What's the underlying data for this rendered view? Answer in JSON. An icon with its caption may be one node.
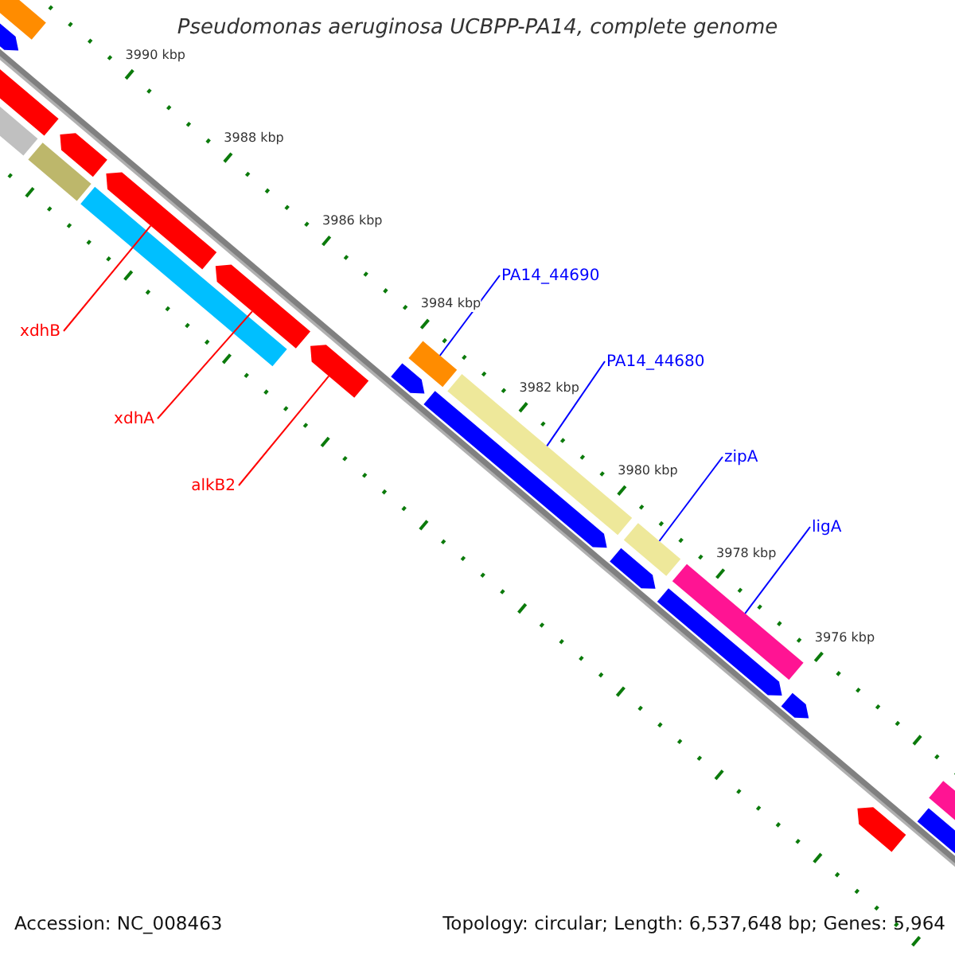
{
  "diagram": {
    "title": "Pseudomonas aeruginosa UCBPP-PA14, complete genome",
    "nodes": [
      {
        "text": [
          "xdhB"
        ]
      },
      {
        "text": [
          "xdhA"
        ]
      },
      {
        "text": [
          "alkB2"
        ]
      },
      {
        "text": [
          "PA14_44690"
        ]
      },
      {
        "text": [
          "PA14_44680"
        ]
      },
      {
        "text": [
          "zipA"
        ]
      },
      {
        "text": [
          "ligA"
        ]
      },
      {
        "text": [],
        "shape": "bar"
      },
      {
        "text": [],
        "shape": "arrow"
      },
      {
        "text": [],
        "shape": "bar"
      },
      {
        "text": [],
        "shape": "arrow"
      },
      {
        "text": [],
        "shape": "bar"
      },
      {
        "text": [],
        "shape": "arrow"
      },
      {
        "text": [],
        "shape": "arrow"
      },
      {
        "text": [],
        "shape": "bar"
      },
      {
        "text": [],
        "shape": "arrow"
      },
      {
        "text": [],
        "shape": "arrow"
      },
      {
        "text": [],
        "shape": "arrow"
      },
      {
        "text": [],
        "shape": "bar"
      },
      {
        "text": [],
        "shape": "arrow"
      },
      {
        "text": [],
        "shape": "bar"
      },
      {
        "text": [],
        "shape": "bar"
      },
      {
        "text": [],
        "shape": "arrow"
      },
      {
        "text": [],
        "shape": "bar"
      },
      {
        "text": [],
        "shape": "arrow"
      },
      {
        "text": [],
        "shape": "arrow"
      },
      {
        "text": [],
        "shape": "arrow"
      },
      {
        "text": [],
        "shape": "bar"
      },
      {
        "text": [],
        "shape": "arrow"
      }
    ],
    "edges": [
      {
        "from": 0,
        "to": 13,
        "arrow": "none",
        "color": "#ff0000"
      },
      {
        "from": 1,
        "to": 15,
        "arrow": "none",
        "color": "#ff0000"
      },
      {
        "from": 2,
        "to": 16,
        "arrow": "none",
        "color": "#ff0000"
      },
      {
        "from": 3,
        "to": 18,
        "arrow": "none",
        "color": "#0000ff"
      },
      {
        "from": 4,
        "to": 20,
        "arrow": "none",
        "color": "#0000ff"
      },
      {
        "from": 5,
        "to": 21,
        "arrow": "none",
        "color": "#0000ff"
      },
      {
        "from": 6,
        "to": 23,
        "arrow": "none",
        "color": "#0000ff"
      }
    ],
    "labels": [
      "3990 kbp",
      "3988 kbp",
      "3986 kbp",
      "3984 kbp",
      "3982 kbp",
      "3980 kbp",
      "3978 kbp",
      "3976 kbp",
      "Accession: NC_008463",
      "Topology: circular; Length: 6,537,648 bp; Genes: 5,964"
    ]
  }
}
